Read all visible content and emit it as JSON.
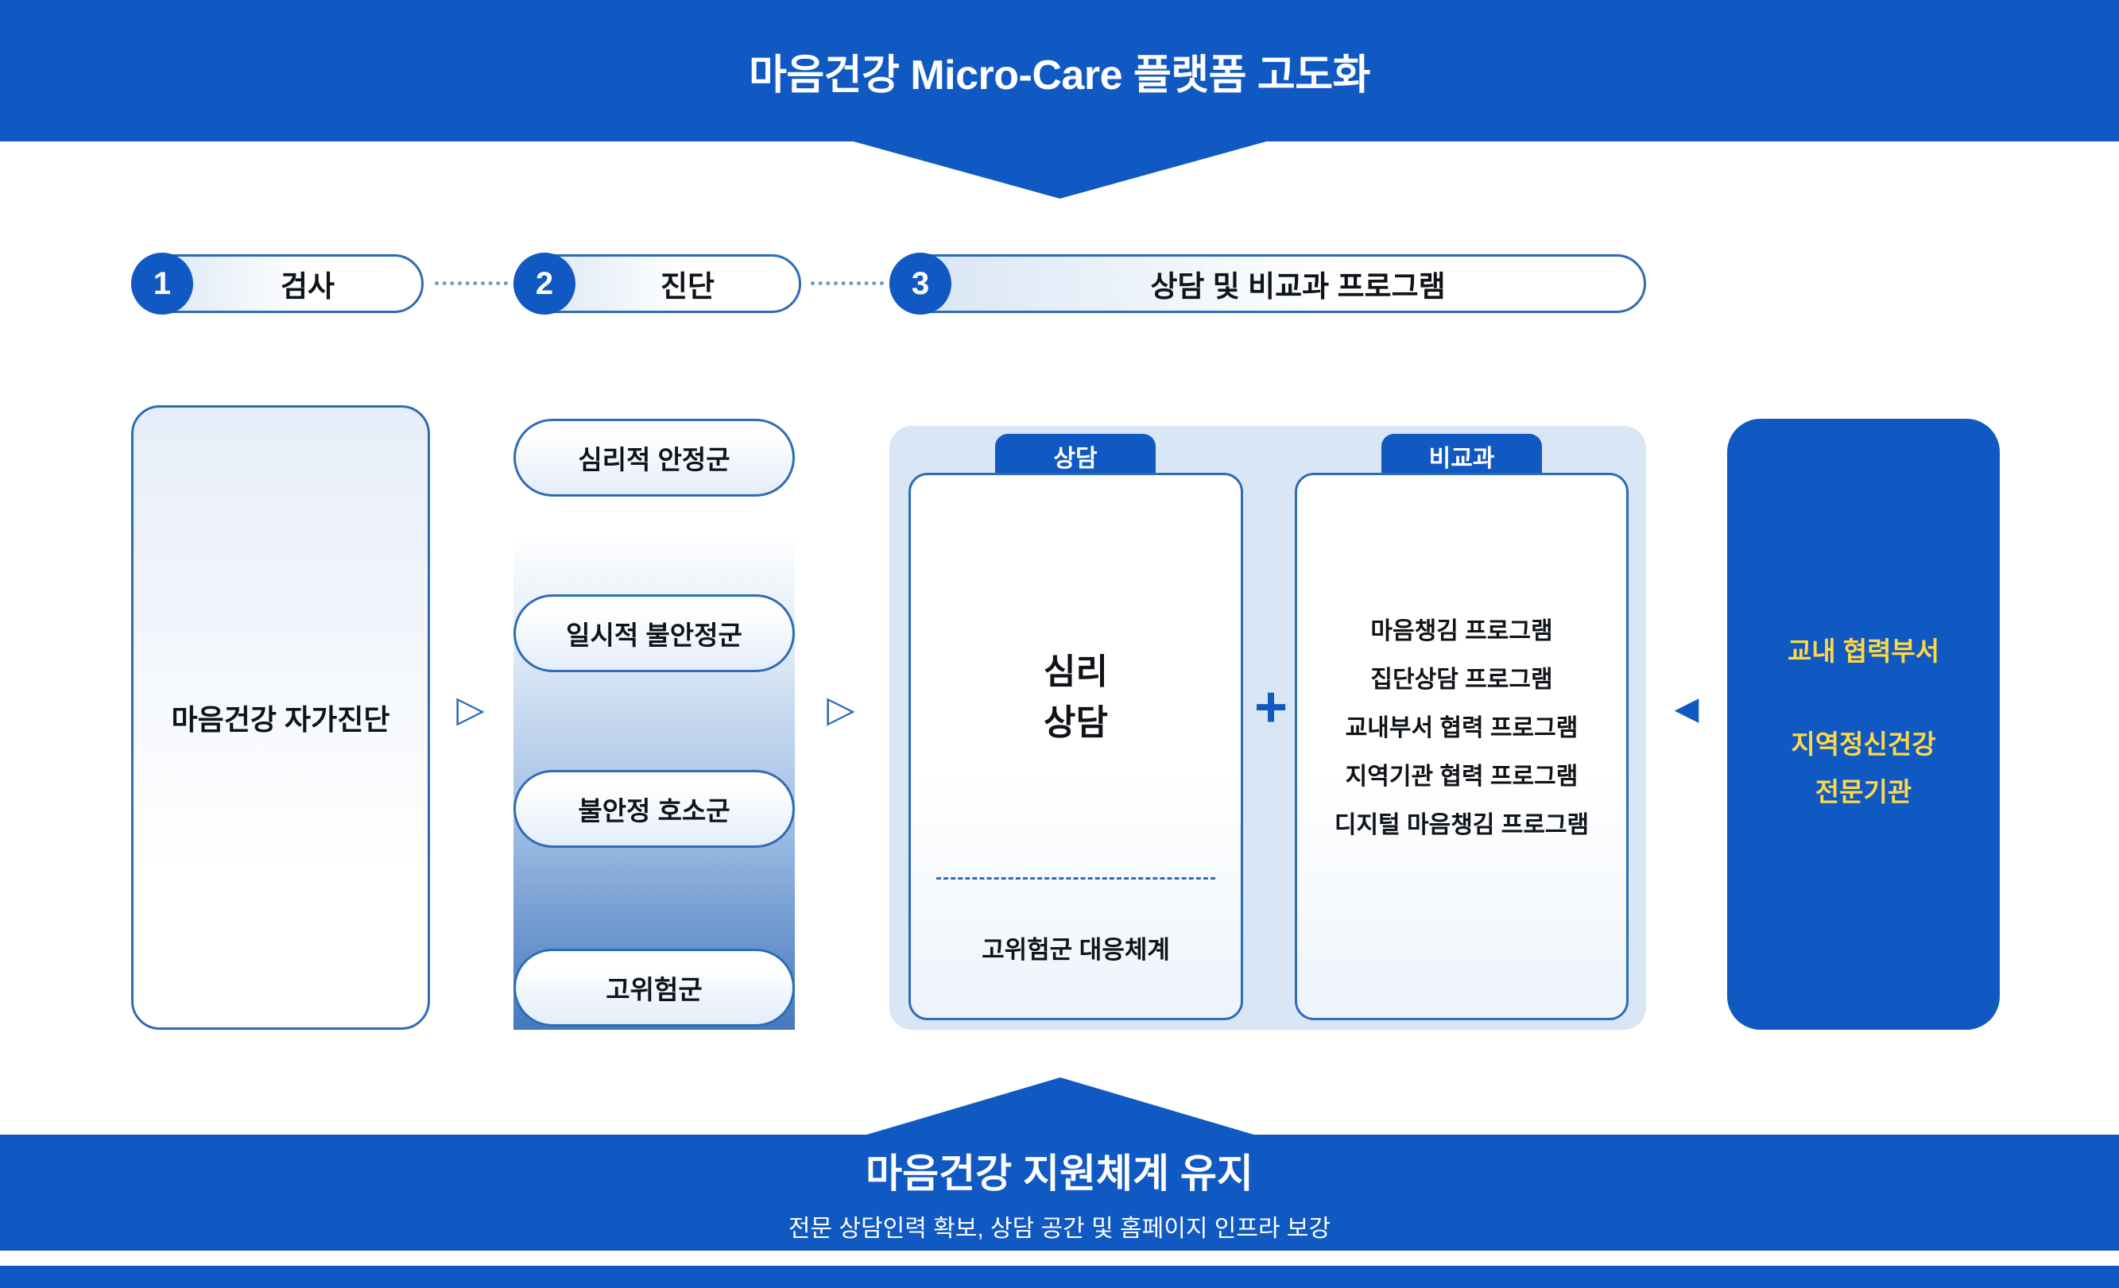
{
  "title": "마음건강 Micro-Care 플랫폼 고도화",
  "steps": [
    {
      "number": "1",
      "label": "검사"
    },
    {
      "number": "2",
      "label": "진단"
    },
    {
      "number": "3",
      "label": "상담 및 비교과 프로그램"
    }
  ],
  "flow": {
    "self_check": "마음건강 자가진단",
    "groups": [
      "심리적 안정군",
      "일시적 불안정군",
      "불안정 호소군",
      "고위험군"
    ],
    "counseling": {
      "tab": "상담",
      "main_lines": [
        "심리",
        "상담"
      ],
      "sub": "고위험군 대응체계"
    },
    "extracurricular": {
      "tab": "비교과",
      "programs": [
        "마음챙김 프로그램",
        "집단상담 프로그램",
        "교내부서 협력 프로그램",
        "지역기관 협력 프로그램",
        "디지털 마음챙김 프로그램"
      ]
    },
    "partners": [
      "교내 협력부서",
      "지역정신건강",
      "전문기관"
    ]
  },
  "icons": {
    "arrow_right": "▷",
    "arrow_left": "◀",
    "plus": "+"
  },
  "footer": {
    "title": "마음건강 지원체계 유지",
    "subtitle": "전문 상담인력 확보, 상담 공간 및 홈페이지 인프라 보강"
  },
  "colors": {
    "primary_blue": "#1159C2",
    "border_blue": "#2E6CB5",
    "panel_blue": "#D9E6F6",
    "accent_yellow": "#FFD945"
  }
}
